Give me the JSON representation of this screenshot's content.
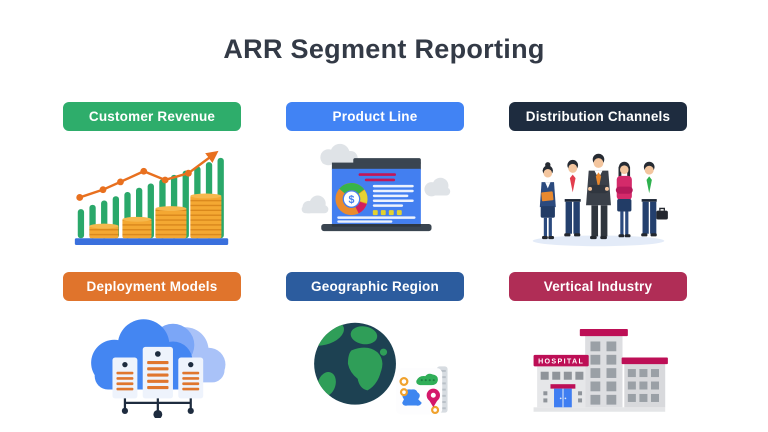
{
  "header": {
    "title": "ARR Segment Reporting",
    "title_color": "#333A46"
  },
  "sections": [
    {
      "id": "customer-revenue",
      "label": "Customer Revenue",
      "banner_color": "#2EAD6B",
      "icon": "growth-chart-coins-icon"
    },
    {
      "id": "product-line",
      "label": "Product Line",
      "banner_color": "#4183F4",
      "icon": "laptop-dashboard-icon"
    },
    {
      "id": "distribution-channels",
      "label": "Distribution Channels",
      "banner_color": "#1E2C3F",
      "icon": "business-team-icon"
    },
    {
      "id": "deployment-models",
      "label": "Deployment Models",
      "banner_color": "#E0742C",
      "icon": "cloud-servers-icon"
    },
    {
      "id": "geographic-region",
      "label": "Geographic Region",
      "banner_color": "#2C5C9E",
      "icon": "globe-map-icon"
    },
    {
      "id": "vertical-industry",
      "label": "Vertical Industry",
      "banner_color": "#B02D56",
      "icon": "hospital-building-icon"
    }
  ],
  "illustrations": {
    "hospital_sign": "HOSPITAL",
    "dashboard_symbol": "$"
  },
  "palette": {
    "accent_orange_line": "#E8701F",
    "bar_green": "#2AA86A",
    "coin_gold": "#F4A832",
    "cloud_blue": "#4486F2",
    "globe_ocean": "#1D4152",
    "globe_land": "#2F9E58",
    "hospital_crimson": "#BD0F56",
    "navy_dark": "#1E2C3F"
  }
}
